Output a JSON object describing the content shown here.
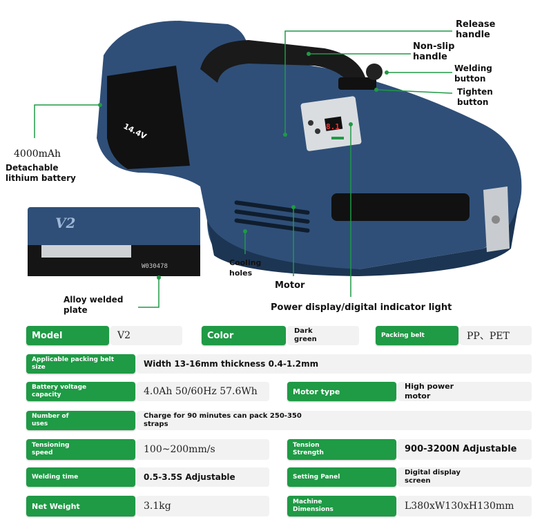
{
  "callouts": {
    "release_handle": "Release\nhandle",
    "non_slip_handle": "Non-slip\nhandle",
    "welding_button": "Welding\nbutton",
    "tighten_button": "Tighten\nbutton",
    "battery_capacity": "4000mAh",
    "battery_desc": "Detachable\nlithium battery",
    "cooling_holes": "Cooling\nholes",
    "motor": "Motor",
    "alloy_plate": "Alloy welded\nplate",
    "power_display": "Power display/digital indicator light"
  },
  "product": {
    "battery_label": "14.4V",
    "plate_model": "V2",
    "plate_code": "W030478",
    "display_reading": "8.1",
    "body_color": "#2f4f78",
    "accent_color": "#1f9a45"
  },
  "specs": {
    "model_label": "Model",
    "model_value": "V2",
    "color_label": "Color",
    "color_value": "Dark\ngreen",
    "packing_belt_label": "Packing belt",
    "packing_belt_value": "PP、PET",
    "applicable_belt_label": "Applicable packing belt\nsize",
    "applicable_belt_value": "Width 13-16mm thickness 0.4-1.2mm",
    "battery_label": "Battery voltage\ncapacity",
    "battery_value": "4.0Ah 50/60Hz 57.6Wh",
    "motor_type_label": "Motor type",
    "motor_type_value": "High power\nmotor",
    "uses_label": "Number of\nuses",
    "uses_value": "Charge for 90 minutes can pack 250-350\nstraps",
    "tension_speed_label": "Tensioning\nspeed",
    "tension_speed_value": "100~200mm/s",
    "tension_strength_label": "Tension\nStrength",
    "tension_strength_value": "900-3200N Adjustable",
    "welding_time_label": "Welding time",
    "welding_time_value": "0.5-3.5S Adjustable",
    "setting_panel_label": "Setting Panel",
    "setting_panel_value": "Digital display\nscreen",
    "net_weight_label": "Net Weight",
    "net_weight_value": "3.1kg",
    "dimensions_label": "Machine\nDimensions",
    "dimensions_value": "L380xW130xH130mm"
  }
}
